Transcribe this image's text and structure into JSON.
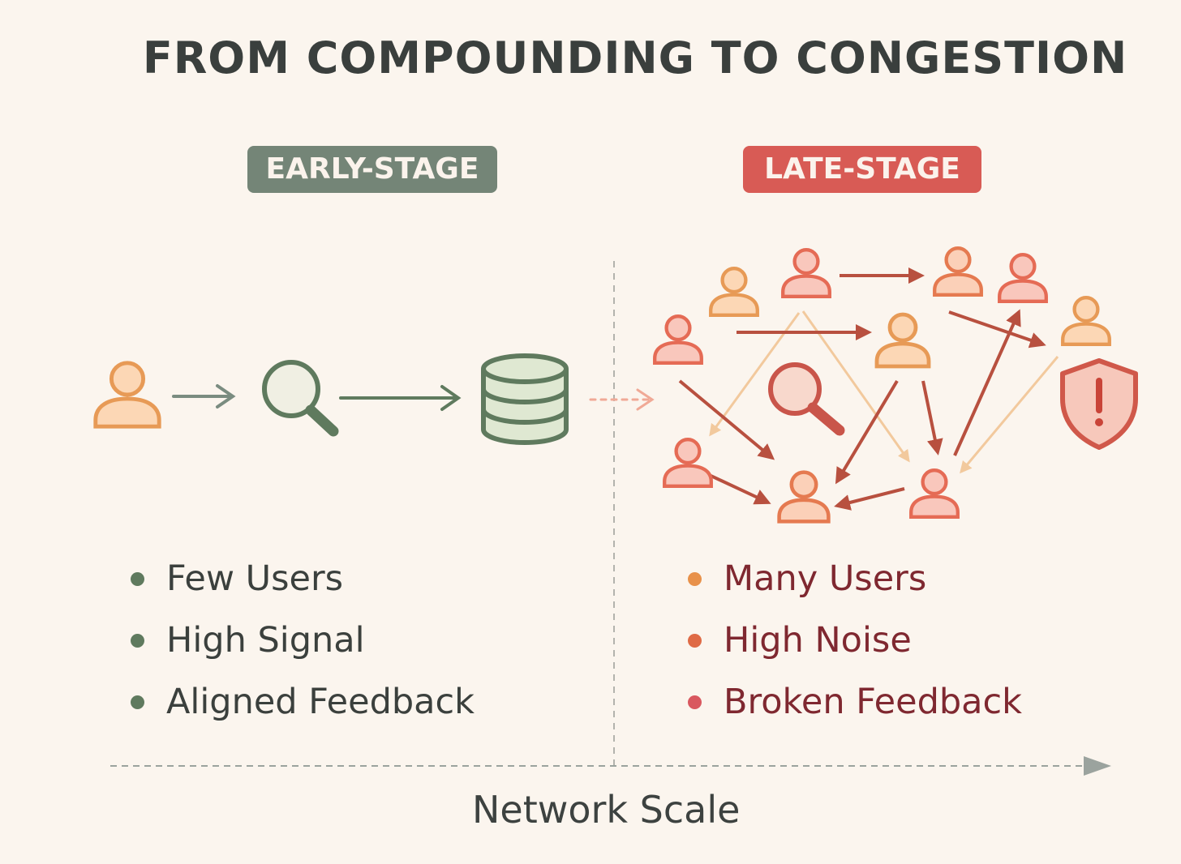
{
  "title": "FROM COMPOUNDING TO CONGESTION",
  "stages": {
    "early": {
      "label": "EARLY-STAGE",
      "bullets": [
        "Few Users",
        "High Signal",
        "Aligned Feedback"
      ]
    },
    "late": {
      "label": "LATE-STAGE",
      "bullets": [
        "Many Users",
        "High Noise",
        "Broken Feedback"
      ]
    }
  },
  "axis_label": "Network Scale",
  "icons": {
    "early": [
      "user-icon",
      "arrow-icon",
      "search-icon",
      "arrow-icon",
      "database-icon"
    ],
    "late": [
      "user-icon",
      "search-icon",
      "warning-shield-icon",
      "arrow-icon"
    ]
  },
  "colors": {
    "background": "#fbf5ee",
    "early_badge": "#748577",
    "late_badge": "#d85b55",
    "early_green": "#5f7a5e",
    "late_red": "#c9554a",
    "bullet_orange": "#e8914a",
    "bullet_red_orange": "#df6a45",
    "bullet_red": "#d9585f"
  }
}
